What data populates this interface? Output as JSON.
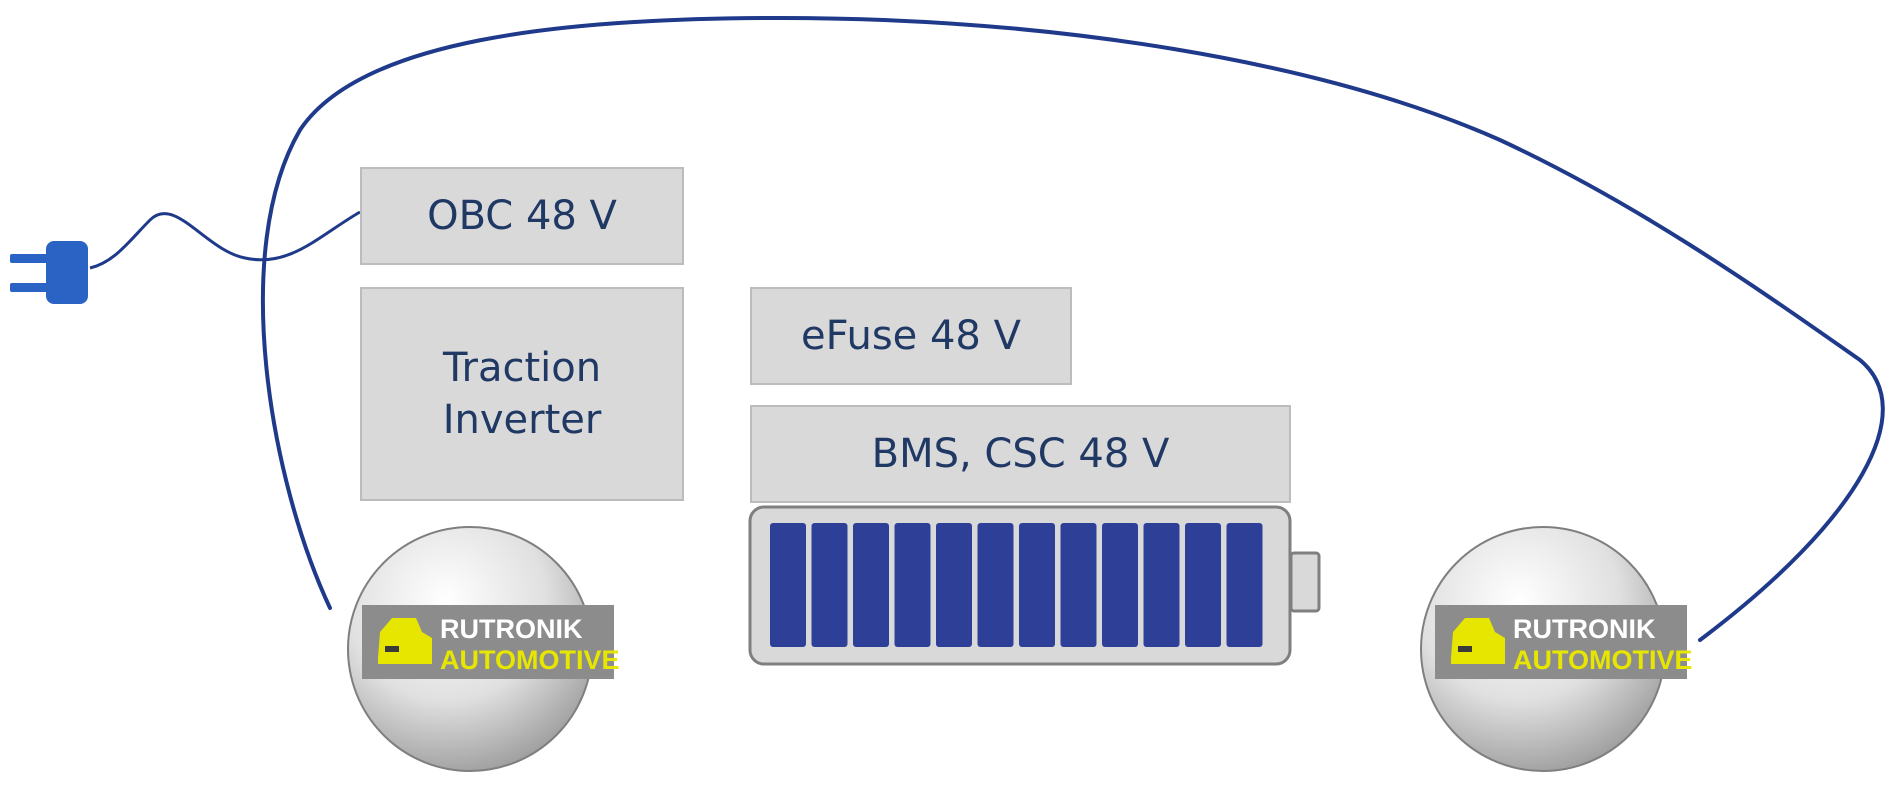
{
  "blocks": {
    "obc": "OBC 48 V",
    "inverter": "Traction\nInverter",
    "efuse": "eFuse 48 V",
    "bms": "BMS, CSC 48 V"
  },
  "battery": {
    "cell_count": 12
  },
  "wheels": [
    {
      "logo_line1": "RUTRONIK",
      "logo_line2": "AUTOMOTIVE"
    },
    {
      "logo_line1": "RUTRONIK",
      "logo_line2": "AUTOMOTIVE"
    }
  ],
  "colors": {
    "outline": "#1f3a8a",
    "text": "#1f3864",
    "box_fill": "#d9d9d9",
    "cell": "#2e3f98",
    "plug": "#2b63c4",
    "logo_yellow": "#e6e600"
  }
}
